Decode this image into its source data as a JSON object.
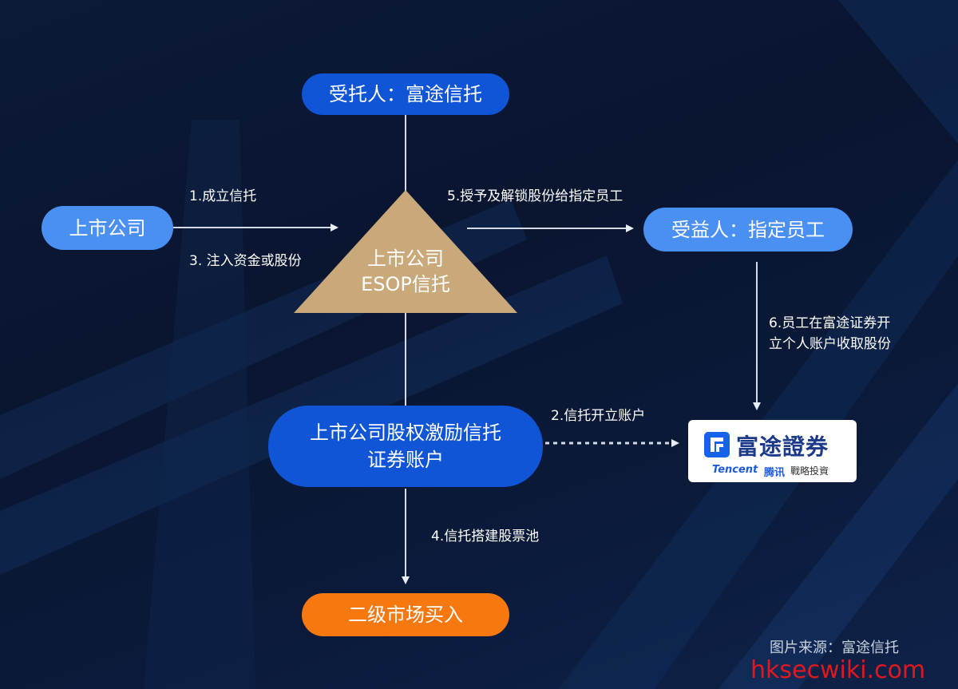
{
  "nodes": {
    "trustee": "受托人：富途信托",
    "listed_company": "上市公司",
    "esop_trust_line1": "上市公司",
    "esop_trust_line2": "ESOP信托",
    "beneficiary": "受益人：指定员工",
    "trust_account_line1": "上市公司股权激励信托",
    "trust_account_line2": "证券账户",
    "secondary_market": "二级市场买入"
  },
  "steps": {
    "step1": "1.成立信托",
    "step2": "2.信托开立账户",
    "step3": "3. 注入资金或股份",
    "step4": "4.信托搭建股票池",
    "step5": "5.授予及解锁股份给指定员工",
    "step6_line1": "6.员工在富途证券开",
    "step6_line2": "立个人账户收取股份"
  },
  "logo": {
    "name": "富途證券",
    "brand": "Tencent",
    "brand_cn": "腾讯",
    "tagline": "戰略投資"
  },
  "footer": {
    "source": "图片来源：富途信托",
    "watermark": "hksecwiki.com"
  },
  "colors": {
    "light_blue": "#4a90f2",
    "dark_blue": "#0f55d6",
    "orange": "#f7780f",
    "gold": "#c9a97a"
  }
}
